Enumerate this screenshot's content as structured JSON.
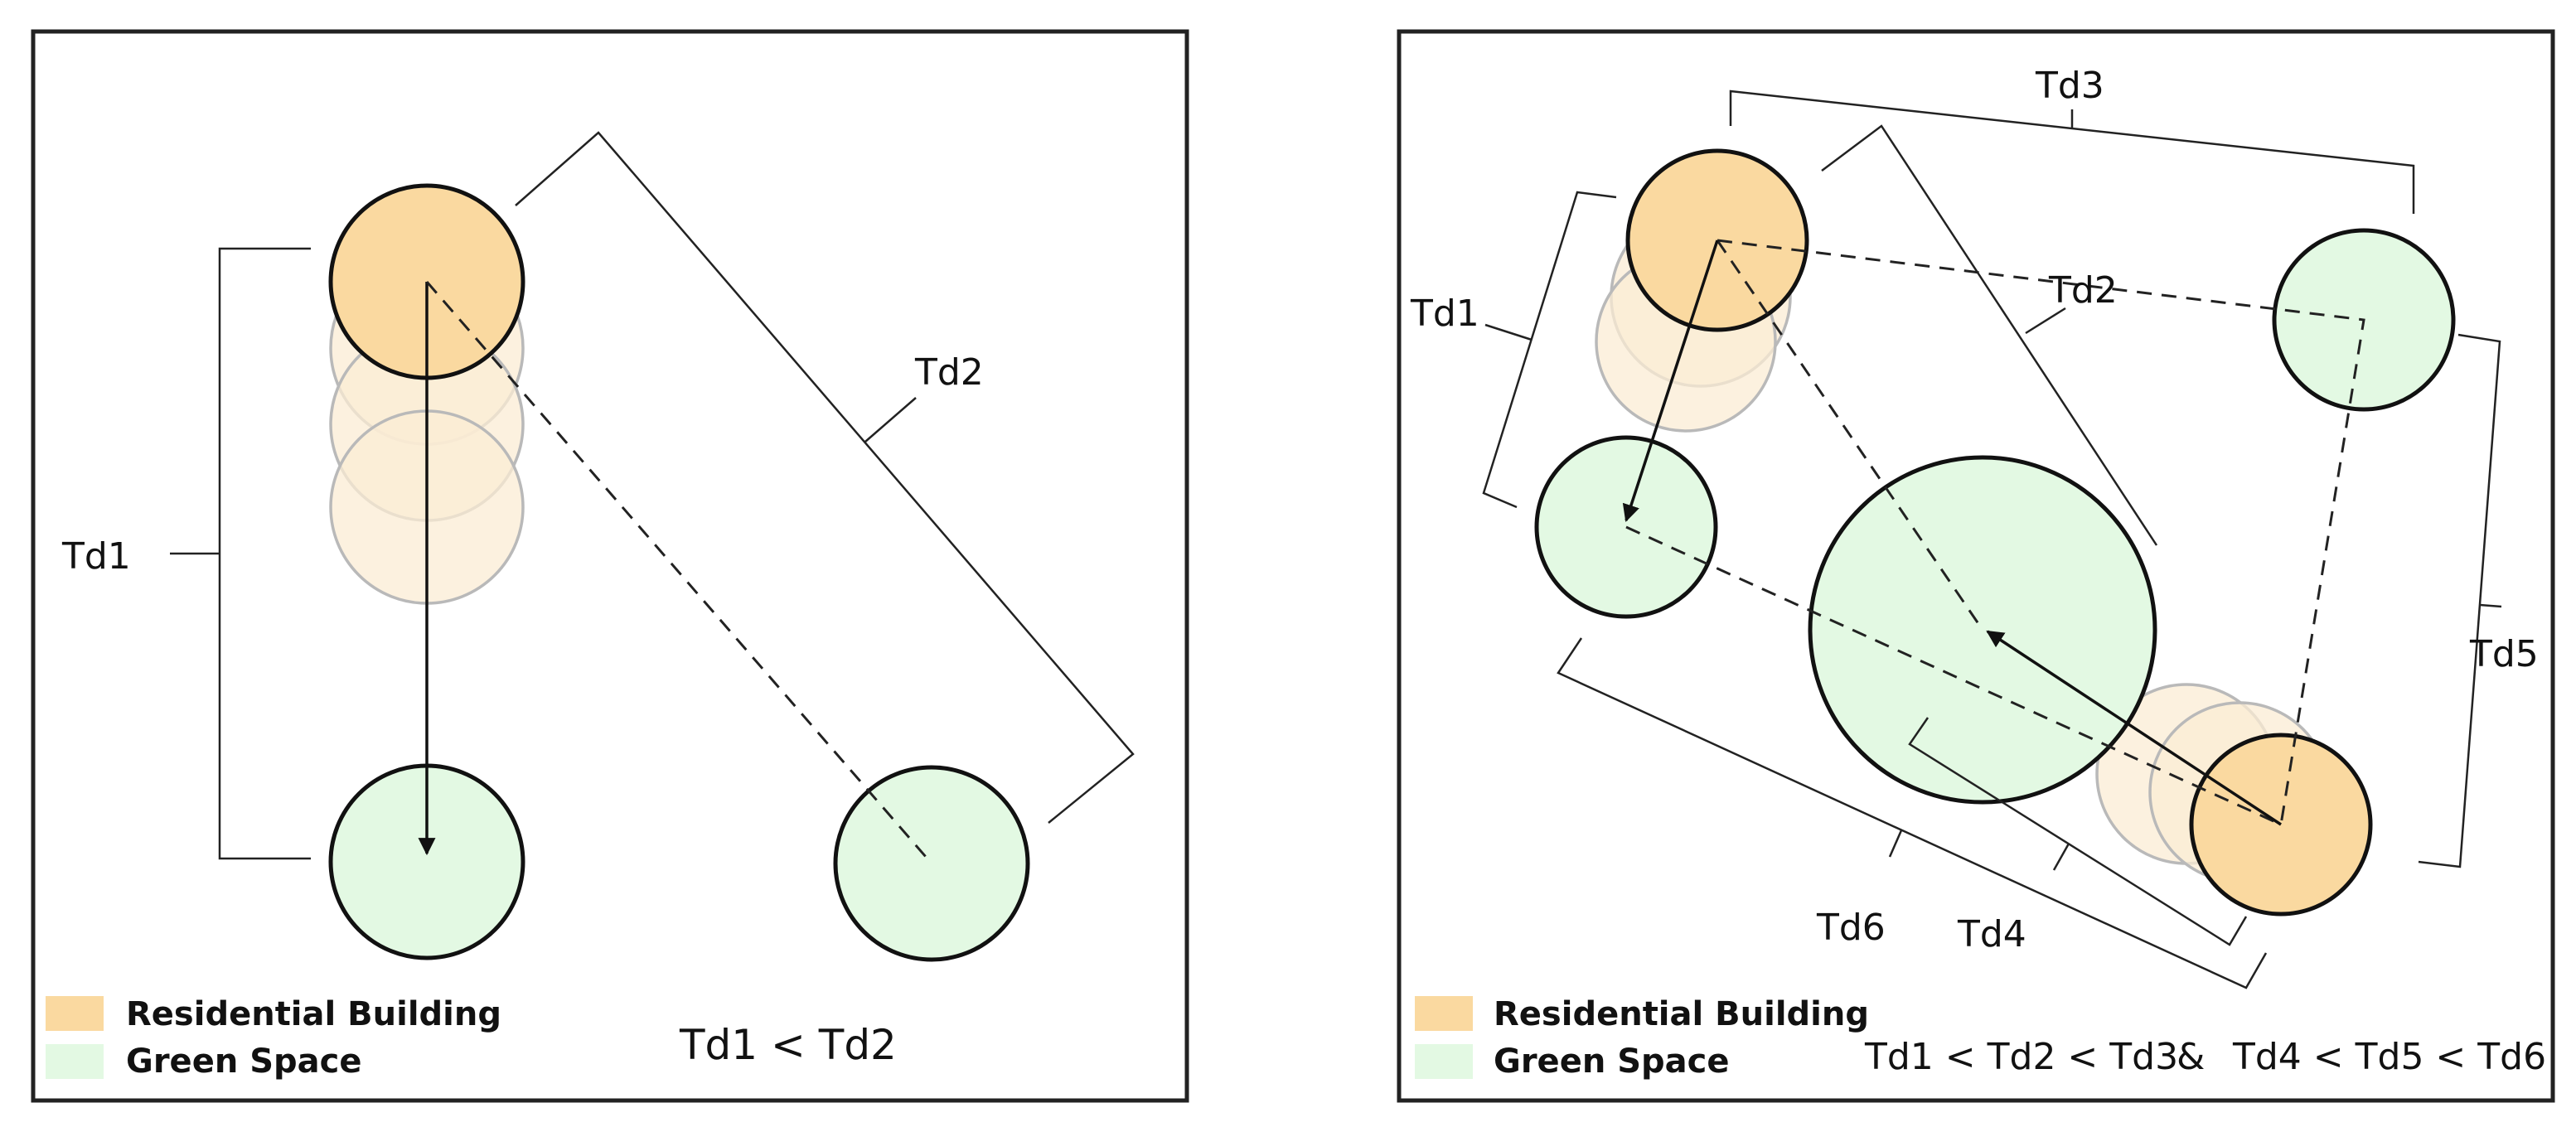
{
  "colors": {
    "residential": "#fad9a0",
    "green_space": "#e3f9e3",
    "ghost_residential": "#fbecd4",
    "line": "#222222"
  },
  "left_panel": {
    "labels": {
      "td1": "Td1",
      "td2": "Td2"
    },
    "legend": {
      "residential": "Residential Building",
      "green_space": "Green Space"
    },
    "formula": "Td1 < Td2"
  },
  "right_panel": {
    "labels": {
      "td1": "Td1",
      "td2": "Td2",
      "td3": "Td3",
      "td4": "Td4",
      "td5": "Td5",
      "td6": "Td6"
    },
    "legend": {
      "residential": "Residential Building",
      "green_space": "Green Space"
    },
    "formula_a": "Td1 < Td2 < Td3",
    "formula_sep": "&",
    "formula_b": "Td4 < Td5 < Td6"
  }
}
